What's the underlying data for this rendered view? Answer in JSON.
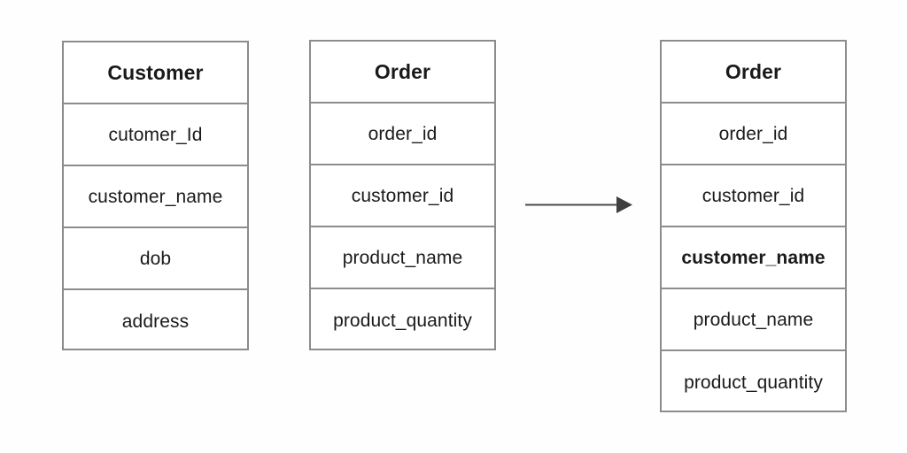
{
  "diagram": {
    "type": "entity-relationship-transformation",
    "background_color": "#fefefe",
    "border_color": "#8c8c8c",
    "text_color": "#1a1a1a"
  },
  "tables": [
    {
      "id": "customer",
      "title": "Customer",
      "columns": [
        {
          "name": "cutomer_Id",
          "emphasis": false
        },
        {
          "name": "customer_name",
          "emphasis": false
        },
        {
          "name": "dob",
          "emphasis": false
        },
        {
          "name": "address",
          "emphasis": false
        }
      ]
    },
    {
      "id": "order-before",
      "title": "Order",
      "columns": [
        {
          "name": "order_id",
          "emphasis": false
        },
        {
          "name": "customer_id",
          "emphasis": false
        },
        {
          "name": "product_name",
          "emphasis": false
        },
        {
          "name": "product_quantity",
          "emphasis": false
        }
      ]
    },
    {
      "id": "order-after",
      "title": "Order",
      "columns": [
        {
          "name": "order_id",
          "emphasis": false
        },
        {
          "name": "customer_id",
          "emphasis": false
        },
        {
          "name": "customer_name",
          "emphasis": true
        },
        {
          "name": "product_name",
          "emphasis": false
        },
        {
          "name": "product_quantity",
          "emphasis": false
        }
      ]
    }
  ],
  "arrow": {
    "name": "transformation-arrow",
    "direction": "right",
    "color": "#4a4a4a"
  }
}
